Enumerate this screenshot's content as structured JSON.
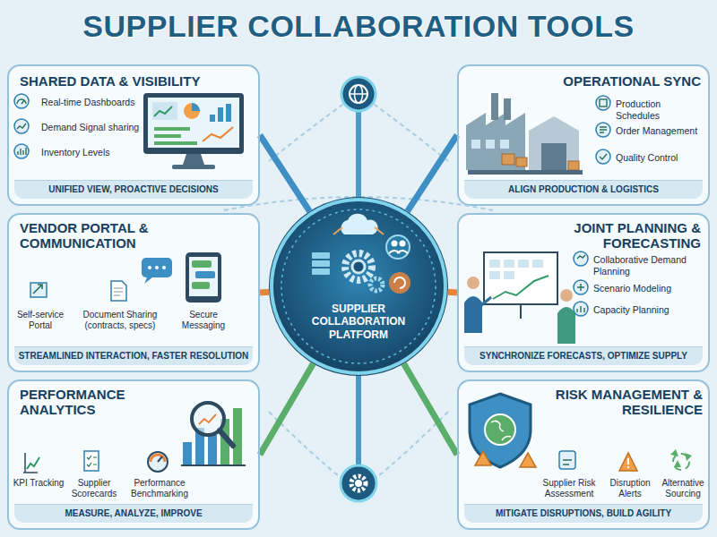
{
  "diagram": {
    "title": "SUPPLIER COLLABORATION TOOLS",
    "nodes": [
      {
        "text": [
          "SHARED DATA & VISIBILITY",
          "Real-time Dashboards",
          "Demand Signal sharing",
          "Inventory Levels",
          "UNIFIED VIEW, PROACTIVE DECISIONS"
        ]
      },
      {
        "text": [
          "OPERATIONAL SYNC",
          "Production Schedules",
          "Order Management",
          "Quality Control",
          "ALIGN PRODUCTION & LOGISTICS"
        ]
      },
      {
        "text": [
          "VENDOR PORTAL & COMMUNICATION",
          "Self-service Portal",
          "Document Sharing (contracts, specs)",
          "Secure Messaging",
          "STREAMLINED INTERACTION, FASTER RESOLUTION"
        ]
      },
      {
        "text": [
          "SUPPLIER COLLABORATION PLATFORM"
        ]
      },
      {
        "text": [
          "JOINT PLANNING & FORECASTING",
          "Collaborative Demand Planning",
          "Scenario Modeling",
          "Capacity Planning",
          "SYNCHRONIZE FORECASTS, OPTIMIZE SUPPLY"
        ]
      },
      {
        "text": [
          "PERFORMANCE ANALYTICS",
          "KPI Tracking",
          "Supplier Scorecards",
          "Performance Benchmarking",
          "MEASURE, ANALYZE, IMPROVE"
        ]
      },
      {
        "text": [
          "RISK MANAGEMENT & RESILIENCE",
          "Supplier Risk Assessment",
          "Disruption Alerts",
          "Alternative Sourcing",
          "MITIGATE DISRUPTIONS, BUILD AGILITY"
        ]
      }
    ],
    "edges": [
      {
        "from": 3,
        "to": 0,
        "arrow": "none"
      },
      {
        "from": 3,
        "to": 1,
        "arrow": "none"
      },
      {
        "from": 3,
        "to": 2,
        "arrow": "none"
      },
      {
        "from": 3,
        "to": 4,
        "arrow": "none"
      },
      {
        "from": 3,
        "to": 5,
        "arrow": "none"
      },
      {
        "from": 3,
        "to": 6,
        "arrow": "none"
      }
    ]
  }
}
